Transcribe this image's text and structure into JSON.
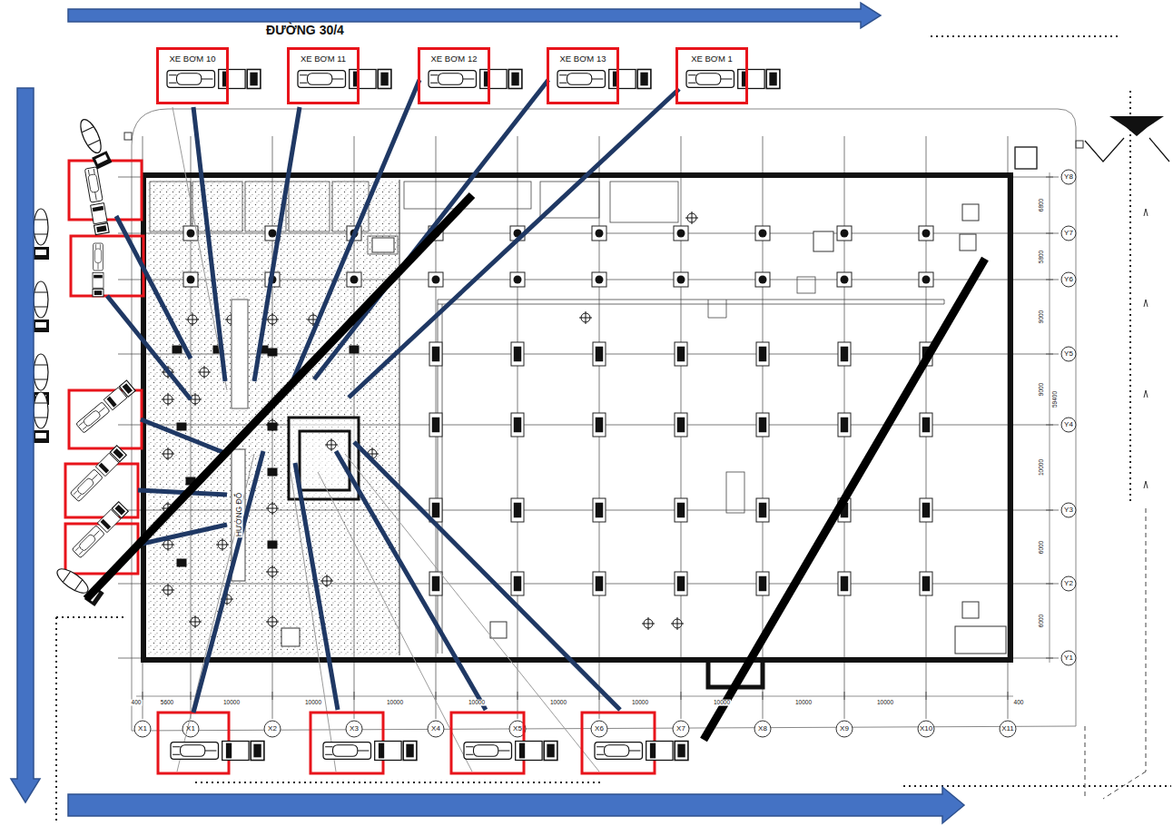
{
  "diagram": {
    "nodes": [
      {
        "text": [
          "XE BƠM 10"
        ]
      },
      {
        "text": [
          "XE BƠM 11"
        ]
      },
      {
        "text": [
          "XE BƠM 12"
        ]
      },
      {
        "text": [
          "XE BƠM 13"
        ]
      },
      {
        "text": [
          "XE BƠM 1"
        ]
      }
    ],
    "labels": [
      "ĐƯỜNG 30/4",
      "HƯỚNG ĐỔ",
      "X1",
      "X1",
      "X2",
      "X3",
      "X4",
      "X5",
      "X6",
      "X7",
      "X8",
      "X9",
      "X10",
      "X11",
      "Y8",
      "Y7",
      "Y6",
      "Y5",
      "Y4",
      "Y3",
      "Y2",
      "Y1",
      "400",
      "5600",
      "10000",
      "10000",
      "10000",
      "10000",
      "10000",
      "10000",
      "10000",
      "10000",
      "10000",
      "400",
      "6800",
      "5800",
      "9000",
      "9000",
      "10000",
      "6000",
      "6000",
      "59400"
    ]
  }
}
